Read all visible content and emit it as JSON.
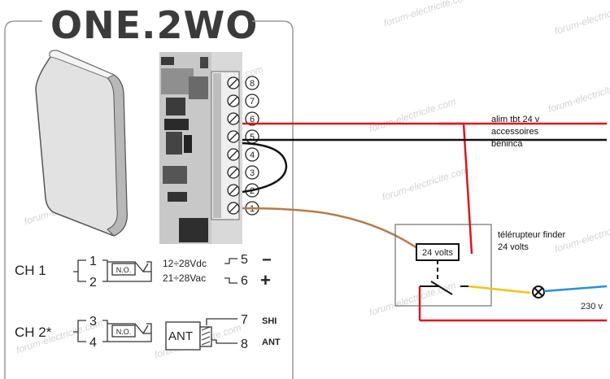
{
  "title": "ONE.2WO",
  "watermark": "forum-electricite.com",
  "terminals": [
    "1",
    "2",
    "3",
    "4",
    "5",
    "6",
    "7",
    "8"
  ],
  "channels": [
    {
      "label": "CH 1",
      "pins": [
        "1",
        "2"
      ],
      "contact": "N.O."
    },
    {
      "label": "CH 2*",
      "pins": [
        "3",
        "4"
      ],
      "contact": "N.O."
    }
  ],
  "power": {
    "dc": "12÷28Vdc",
    "ac": "21÷28Vac",
    "pins": [
      "5",
      "6"
    ],
    "signs": [
      "−",
      "+"
    ]
  },
  "antenna": {
    "label": "ANT",
    "pins": [
      "7",
      "8"
    ],
    "pin_labels": [
      "SHI",
      "ANT"
    ]
  },
  "notes": {
    "supply": [
      "alim tbt 24 v",
      "accessoires",
      "beninca"
    ],
    "relay": [
      "télérupteur finder",
      "24 volts"
    ],
    "coil": "24 volts",
    "mains": "230 v"
  },
  "colors": {
    "red": "#e0141e",
    "brown": "#b87a4a",
    "black": "#111111",
    "yellow": "#f2c31a",
    "blue": "#2a8fd8"
  }
}
